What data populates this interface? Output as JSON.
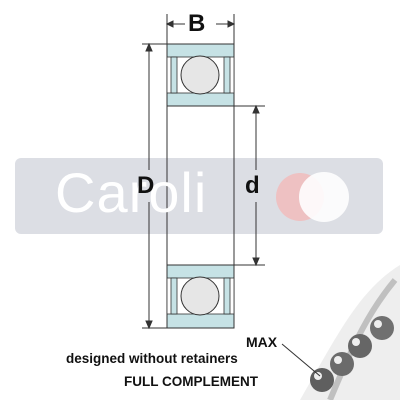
{
  "dimensions": {
    "width_label": "B",
    "outer_diameter_label": "D",
    "bore_diameter_label": "d"
  },
  "watermark": {
    "brand_text": "Caroli",
    "band_color": "#d6d8df",
    "ring_color_left": "#f3b9b9"
  },
  "caption": {
    "line1": "MAX",
    "line2": "designed without retainers",
    "line3": "FULL COMPLEMENT"
  },
  "colors": {
    "seal": "#c6e2e5",
    "outline": "#333333",
    "ball": "#e6e6e6"
  }
}
